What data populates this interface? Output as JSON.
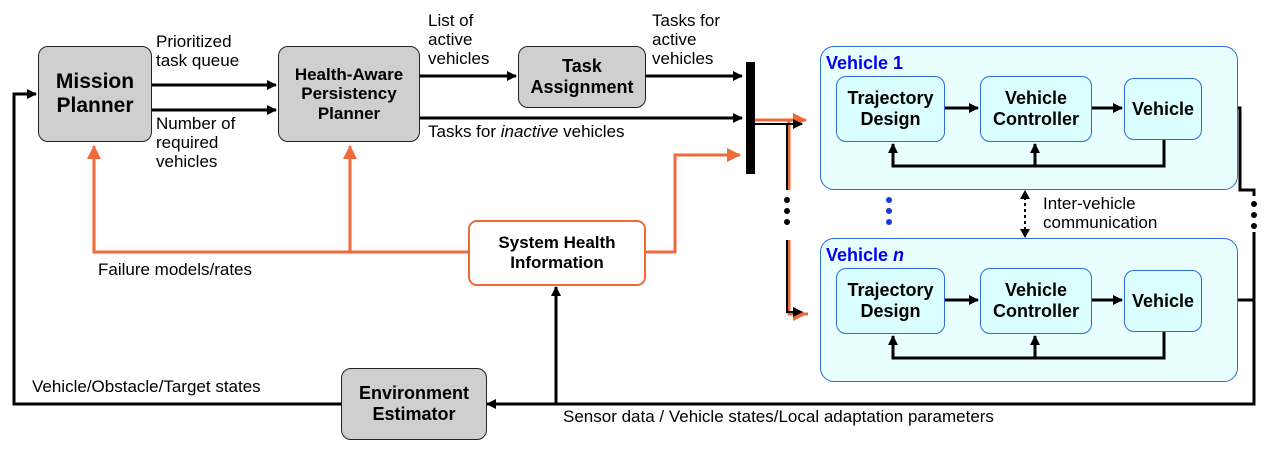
{
  "boxes": {
    "mission_planner": "Mission\nPlanner",
    "persistency_planner": "Health-Aware\nPersistency\nPlanner",
    "task_assignment": "Task\nAssignment",
    "system_health": "System Health\nInformation",
    "environment_estimator": "Environment\nEstimator"
  },
  "vehicle_1": {
    "title_prefix": "Vehicle ",
    "title_index": "1",
    "trajectory": "Trajectory\nDesign",
    "controller": "Vehicle\nController",
    "vehicle": "Vehicle"
  },
  "vehicle_n": {
    "title_prefix": "Vehicle ",
    "title_index": "n",
    "trajectory": "Trajectory\nDesign",
    "controller": "Vehicle\nController",
    "vehicle": "Vehicle"
  },
  "labels": {
    "prioritized_queue": "Prioritized\ntask queue",
    "number_required": "Number of\nrequired\nvehicles",
    "list_active": "List of\nactive\nvehicles",
    "tasks_active": "Tasks for\nactive\nvehicles",
    "tasks_inactive_pre": "Tasks for ",
    "tasks_inactive_em": "inactive",
    "tasks_inactive_post": " vehicles",
    "failure_models": "Failure models/rates",
    "inter_vehicle": "Inter-vehicle\ncommunication",
    "states_feedback": "Vehicle/Obstacle/Target states",
    "sensor_data": "Sensor data / Vehicle states/Local adaptation parameters"
  },
  "colors": {
    "block_gray": "#cfcfcf",
    "vehicle_panel": "#e9ffff",
    "vehicle_border": "#2a6bd8",
    "health_accent": "#ee6a3a",
    "title_blue": "#0000ee"
  }
}
